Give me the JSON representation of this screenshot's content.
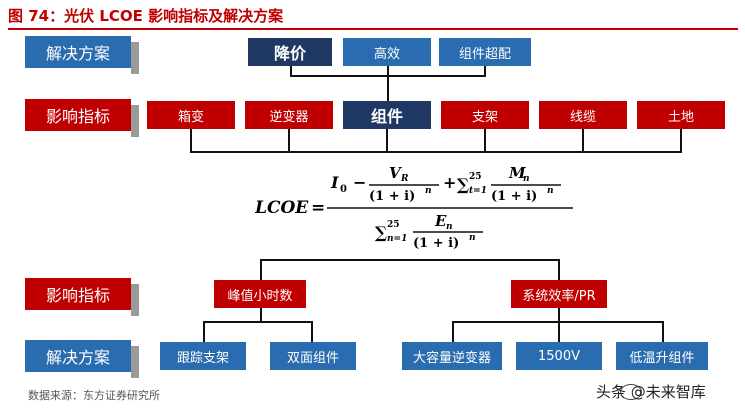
{
  "title": "图 74：光伏 LCOE 影响指标及解决方案",
  "rows": {
    "solution_top": "解决方案",
    "indicator_mid": "影响指标",
    "indicator_low": "影响指标",
    "solution_bottom": "解决方案"
  },
  "top_solutions": [
    "降价",
    "高效",
    "组件超配"
  ],
  "indicators": [
    "箱变",
    "逆变器",
    "组件",
    "支架",
    "线缆",
    "土地"
  ],
  "formula": {
    "lhs": "LCOE",
    "I": "I",
    "I_sub": "0",
    "V": "V",
    "V_sub": "R",
    "denom": "(1 + i)",
    "power": "n",
    "sum_sym": "∑",
    "sum_from": "t=1",
    "sum_from_bottom": "n=1",
    "sum_to": "25",
    "M": "M",
    "E": "E",
    "sub_n": "n",
    "minus": "−",
    "plus": "+",
    "equals": "="
  },
  "sub_indicators": [
    "峰值小时数",
    "系统效率/PR"
  ],
  "bottom_solutions": [
    "跟踪支架",
    "双面组件",
    "大容量逆变器",
    "1500V",
    "低温升组件"
  ],
  "source": "数据来源：东方证券研究所",
  "watermark": "头条 @未来智库",
  "colors": {
    "blue": "#2a6cb0",
    "navy": "#1f3864",
    "red": "#c00000"
  }
}
